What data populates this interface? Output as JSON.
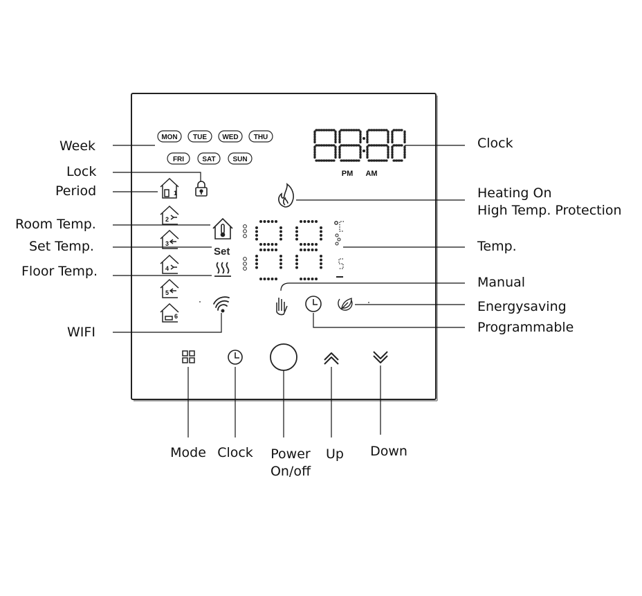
{
  "labels": {
    "week": "Week",
    "lock": "Lock",
    "period": "Period",
    "room_temp": "Room Temp.",
    "set_temp": "Set  Temp.",
    "floor_temp": "Floor Temp.",
    "wifi": "WIFI",
    "clock_right": "Clock",
    "heating_on": "Heating On",
    "high_temp_protection": "High Temp. Protection",
    "temp": "Temp.",
    "manual": "Manual",
    "energysaving": "Energysaving",
    "programmable": "Programmable",
    "mode": "Mode",
    "clock_bottom": "Clock",
    "power_line1": "Power",
    "power_line2": "On/off",
    "up": "Up",
    "down": "Down"
  },
  "screen": {
    "days_row1": [
      "MON",
      "TUE",
      "WED",
      "THU"
    ],
    "days_row2": [
      "FRI",
      "SAT",
      "SUN"
    ],
    "pm": "PM",
    "am": "AM",
    "set": "Set",
    "period_numbers": [
      "1",
      "2",
      "3",
      "4",
      "5",
      "6"
    ],
    "celsius": "°C",
    "floor_temp_mark": "S"
  },
  "icons": {
    "lock": "padlock-icon",
    "flame": "flame-icon",
    "room": "house-thermometer-icon",
    "floor": "floor-heating-icon",
    "wifi": "wifi-icon",
    "manual": "hand-icon",
    "programmable": "clock-icon",
    "energy": "leaf-icon",
    "mode": "grid-icon",
    "clock": "clock-icon",
    "power": "power-circle-icon",
    "up": "chevron-up-icon",
    "down": "chevron-down-icon"
  }
}
